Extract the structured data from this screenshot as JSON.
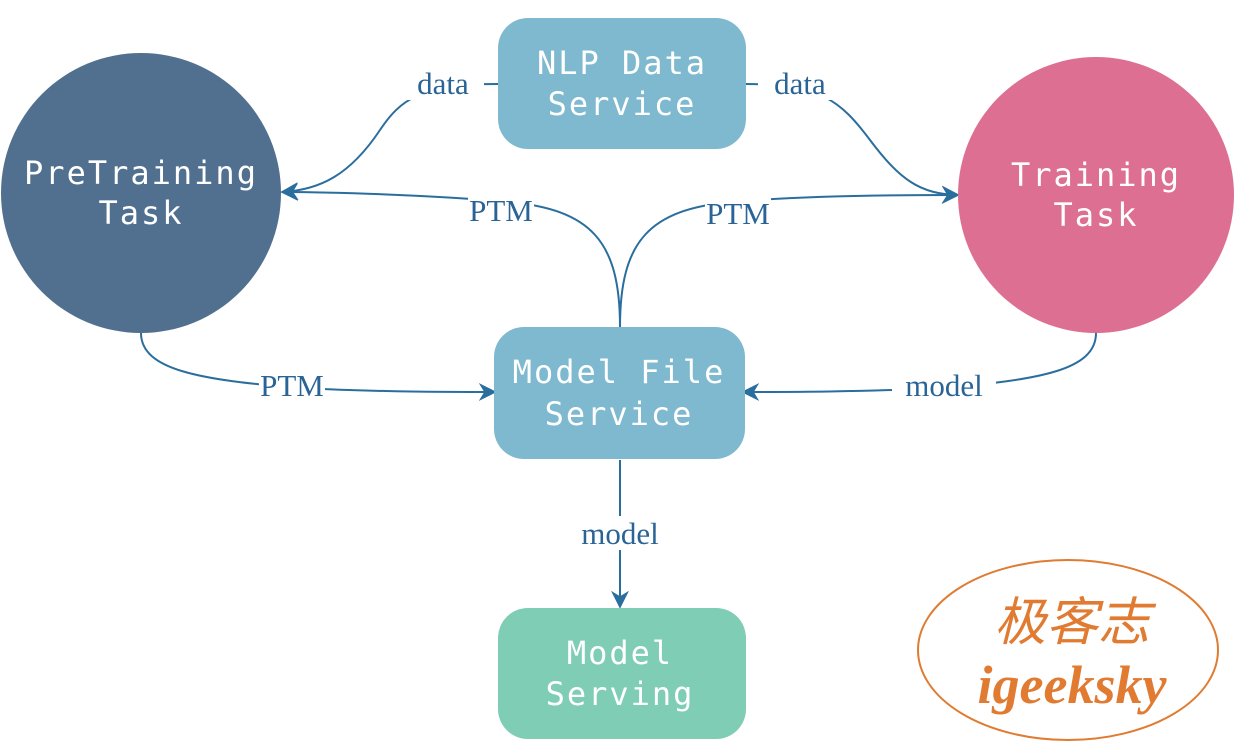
{
  "nodes": {
    "nlp_data_service": {
      "line1": "NLP Data",
      "line2": "Service",
      "color": "#7fb9cf"
    },
    "pretraining_task": {
      "line1": "PreTraining",
      "line2": "Task",
      "color": "#51708f"
    },
    "training_task": {
      "line1": "Training",
      "line2": "Task",
      "color": "#dd7092"
    },
    "model_file_service": {
      "line1": "Model File",
      "line2": "Service",
      "color": "#7fb9cf"
    },
    "model_serving": {
      "line1": "Model",
      "line2": "Serving",
      "color": "#7fcdb4"
    }
  },
  "edges": {
    "data_left": "data",
    "data_right": "data",
    "ptm_up_left": "PTM",
    "ptm_up_right": "PTM",
    "ptm_pretrain_to_mfs": "PTM",
    "model_training_to_mfs": "model",
    "model_mfs_to_serving": "model"
  },
  "watermark": {
    "chinese": "极客志",
    "english": "igeeksky",
    "color": "#e07b31"
  },
  "edge_color": "#2a6e9e"
}
